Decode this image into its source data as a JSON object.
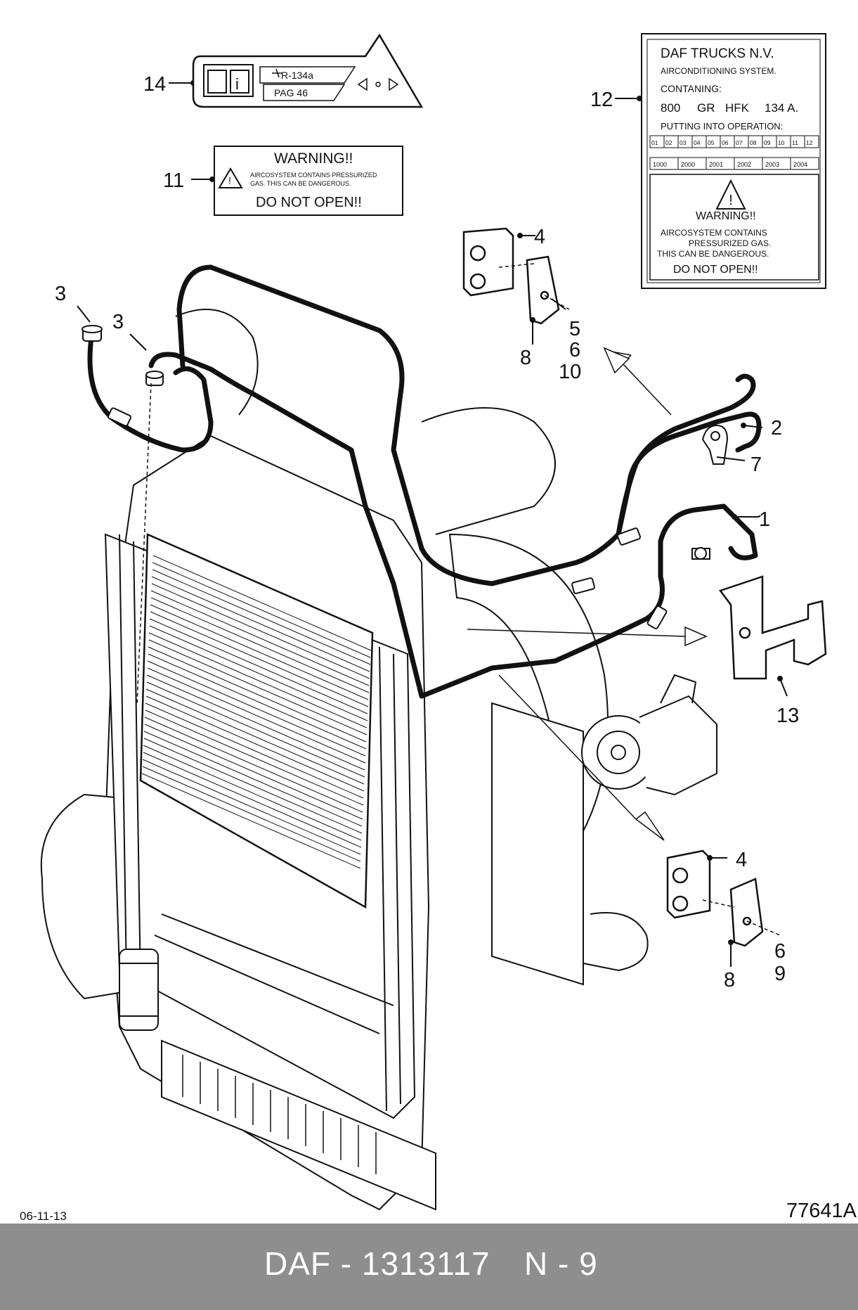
{
  "labels": {
    "l1": "1",
    "l2": "2",
    "l3a": "3",
    "l3b": "3",
    "l4a": "4",
    "l4b": "4",
    "l5": "5",
    "l6a": "6",
    "l6b": "6",
    "l7": "7",
    "l8a": "8",
    "l8b": "8",
    "l9": "9",
    "l10": "10",
    "l11": "11",
    "l12": "12",
    "l13": "13",
    "l14": "14"
  },
  "sticker14": {
    "refrigerant": "R-134a",
    "oil": "PAG 46"
  },
  "sticker11": {
    "title": "WARNING!!",
    "line1": "AIRCOSYSTEM CONTAINS PRESSURIZED",
    "line2": "GAS. THIS CAN BE DANGEROUS.",
    "footer": "DO NOT OPEN!!"
  },
  "sticker12": {
    "brand": "DAF TRUCKS N.V.",
    "system": "AIRCONDITIONING SYSTEM.",
    "containing": "CONTANING:",
    "amount": "800",
    "unit": "GR",
    "gas": "HFK",
    "code": "134 A.",
    "operation": "PUTTING INTO OPERATION:",
    "months": [
      "01",
      "02",
      "03",
      "04",
      "05",
      "06",
      "07",
      "08",
      "09",
      "10",
      "11",
      "12"
    ],
    "years": [
      "1000",
      "2000",
      "2001",
      "2002",
      "2003",
      "2004"
    ],
    "warning_title": "WARNING!!",
    "warning1": "AIRCOSYSTEM    CONTAINS",
    "warning2": "PRESSURIZED GAS.",
    "warning3": "THIS CAN BE DANGEROUS.",
    "warning4": "DO NOT OPEN!!"
  },
  "date_code": "06-11-13",
  "drawing_id": "77641A",
  "footer": {
    "part": "DAF - 1313117",
    "page": "N - 9"
  }
}
